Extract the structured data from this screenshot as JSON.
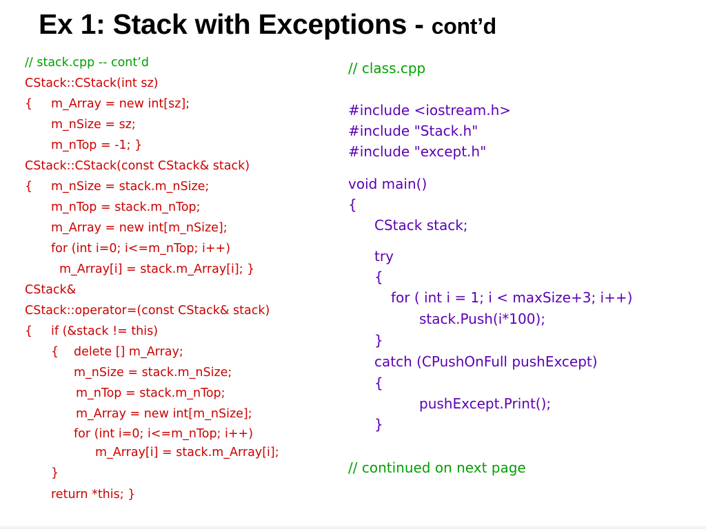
{
  "slide": {
    "title": "Ex 1: Stack with Exceptions - ",
    "title_suffix": "cont’d"
  },
  "left_code": {
    "color": "#cc0000",
    "comment_color": "#00a000",
    "lines": [
      "// stack.cpp -- cont’d",
      "CStack::CStack(int sz)",
      "{",
      "m_Array = new int[sz];",
      "m_nSize = sz;",
      "m_nTop = -1; }",
      "CStack::CStack(const CStack& stack)",
      "{",
      "m_nSize = stack.m_nSize;",
      "m_nTop = stack.m_nTop;",
      "m_Array = new int[m_nSize];",
      "for (int i=0; i<=m_nTop; i++)",
      "m_Array[i] = stack.m_Array[i]; }",
      "CStack&",
      "CStack::operator=(const CStack& stack)",
      "{",
      "if (&stack != this)",
      "{",
      "delete [] m_Array;",
      "m_nSize = stack.m_nSize;",
      "m_nTop = stack.m_nTop;",
      "m_Array = new int[m_nSize];",
      "for (int i=0; i<=m_nTop; i++)",
      "m_Array[i] = stack.m_Array[i];",
      "}",
      "return *this; }"
    ]
  },
  "right_code": {
    "color": "#5a00b4",
    "comment_color": "#00a000",
    "lines": [
      "// class.cpp",
      "#include <iostream.h>",
      "#include \"Stack.h\"",
      "#include \"except.h\"",
      "void main()",
      "{",
      "CStack stack;",
      "try",
      "{",
      "for ( int i = 1; i < maxSize+3; i++)",
      "stack.Push(i*100);",
      "}",
      "catch (CPushOnFull pushExcept)",
      "{",
      "pushExcept.Print();",
      "}",
      "// continued on next page"
    ]
  }
}
